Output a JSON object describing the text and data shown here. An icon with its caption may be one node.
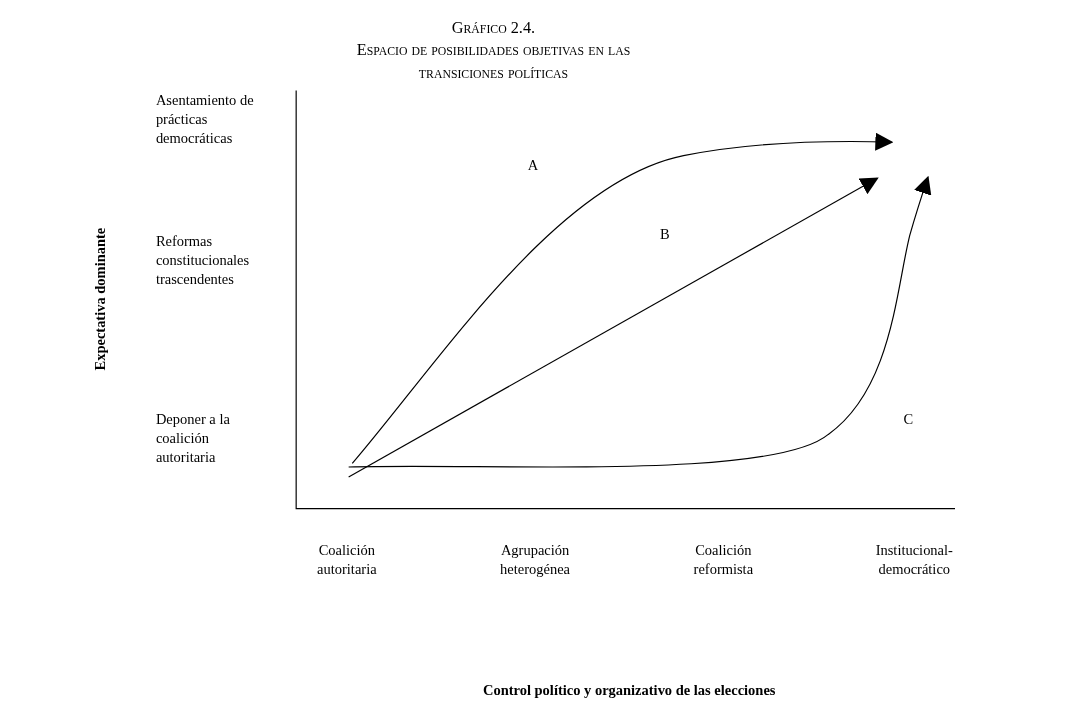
{
  "diagram": {
    "title": "Gráfico 2.4. Espacio de posibilidades objetivas en las transiciones políticas",
    "labels": [
      "Asentamiento de prácticas democráticas",
      "A",
      "B",
      "Reformas constitucionales trascendentes",
      "Expectativa dominante",
      "C",
      "Deponer a la coalición autoritaria",
      "Coalición autoritaria",
      "Agrupación heterogénea",
      "Coalición reformista",
      "Institucional-democrático",
      "Control político y organizativo de las elecciones"
    ]
  }
}
